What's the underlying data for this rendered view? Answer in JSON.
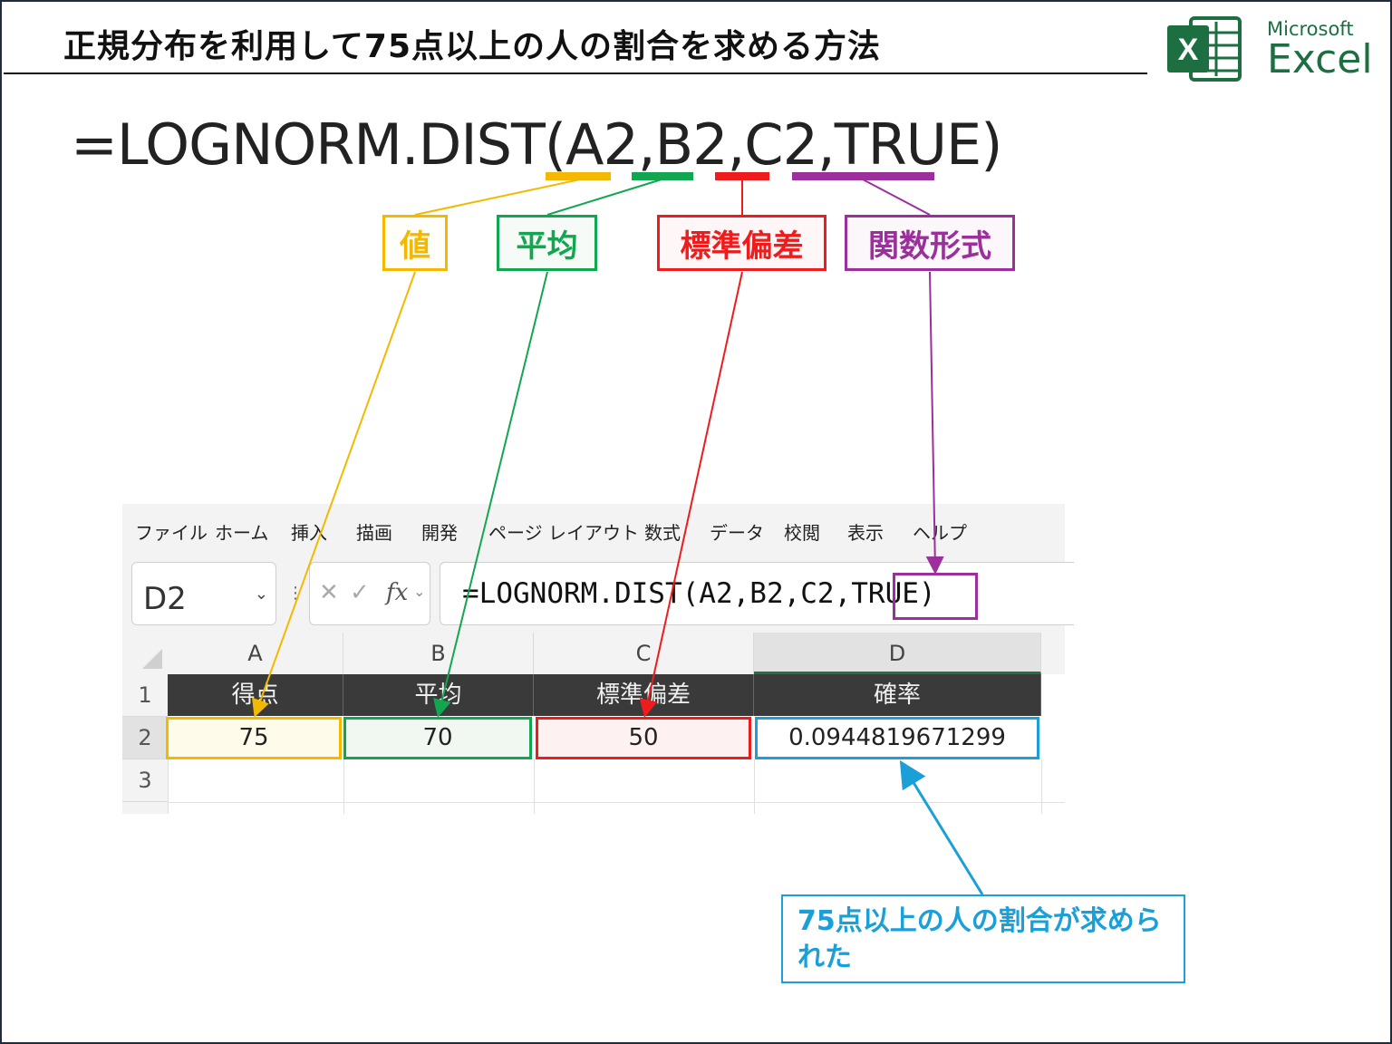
{
  "header": {
    "title": "正規分布を利用して75点以上の人の割合を求める方法",
    "logo_microsoft": "Microsoft",
    "logo_excel": "Excel",
    "logo_letter": "X"
  },
  "big_formula": "=LOGNORM.DIST(A2,B2,C2,TRUE)",
  "labels": {
    "value": "値",
    "mean": "平均",
    "stdev": "標準偏差",
    "function_type": "関数形式"
  },
  "excel": {
    "menu": [
      "ファイル",
      "ホーム",
      "挿入",
      "描画",
      "開発",
      "ページ レイアウト",
      "数式",
      "データ",
      "校閲",
      "表示",
      "ヘルプ"
    ],
    "name_box": "D2",
    "formula_bar": "=LOGNORM.DIST(A2,B2,C2,TRUE)",
    "columns": [
      "A",
      "B",
      "C",
      "D"
    ],
    "rows": [
      "1",
      "2",
      "3"
    ],
    "headers": [
      "得点",
      "平均",
      "標準偏差",
      "確率"
    ],
    "values": [
      "75",
      "70",
      "50",
      "0.0944819671299"
    ]
  },
  "note": "75点以上の人の割合が求められた",
  "colors": {
    "value": "#f5b800",
    "mean": "#13a651",
    "stdev": "#ee1c1c",
    "function_type": "#9b2f9b",
    "result": "#1a9fd9",
    "excel_green": "#1d6f42"
  },
  "icons": [
    "cancel-icon",
    "check-icon",
    "fx-icon",
    "dropdown-icon"
  ]
}
